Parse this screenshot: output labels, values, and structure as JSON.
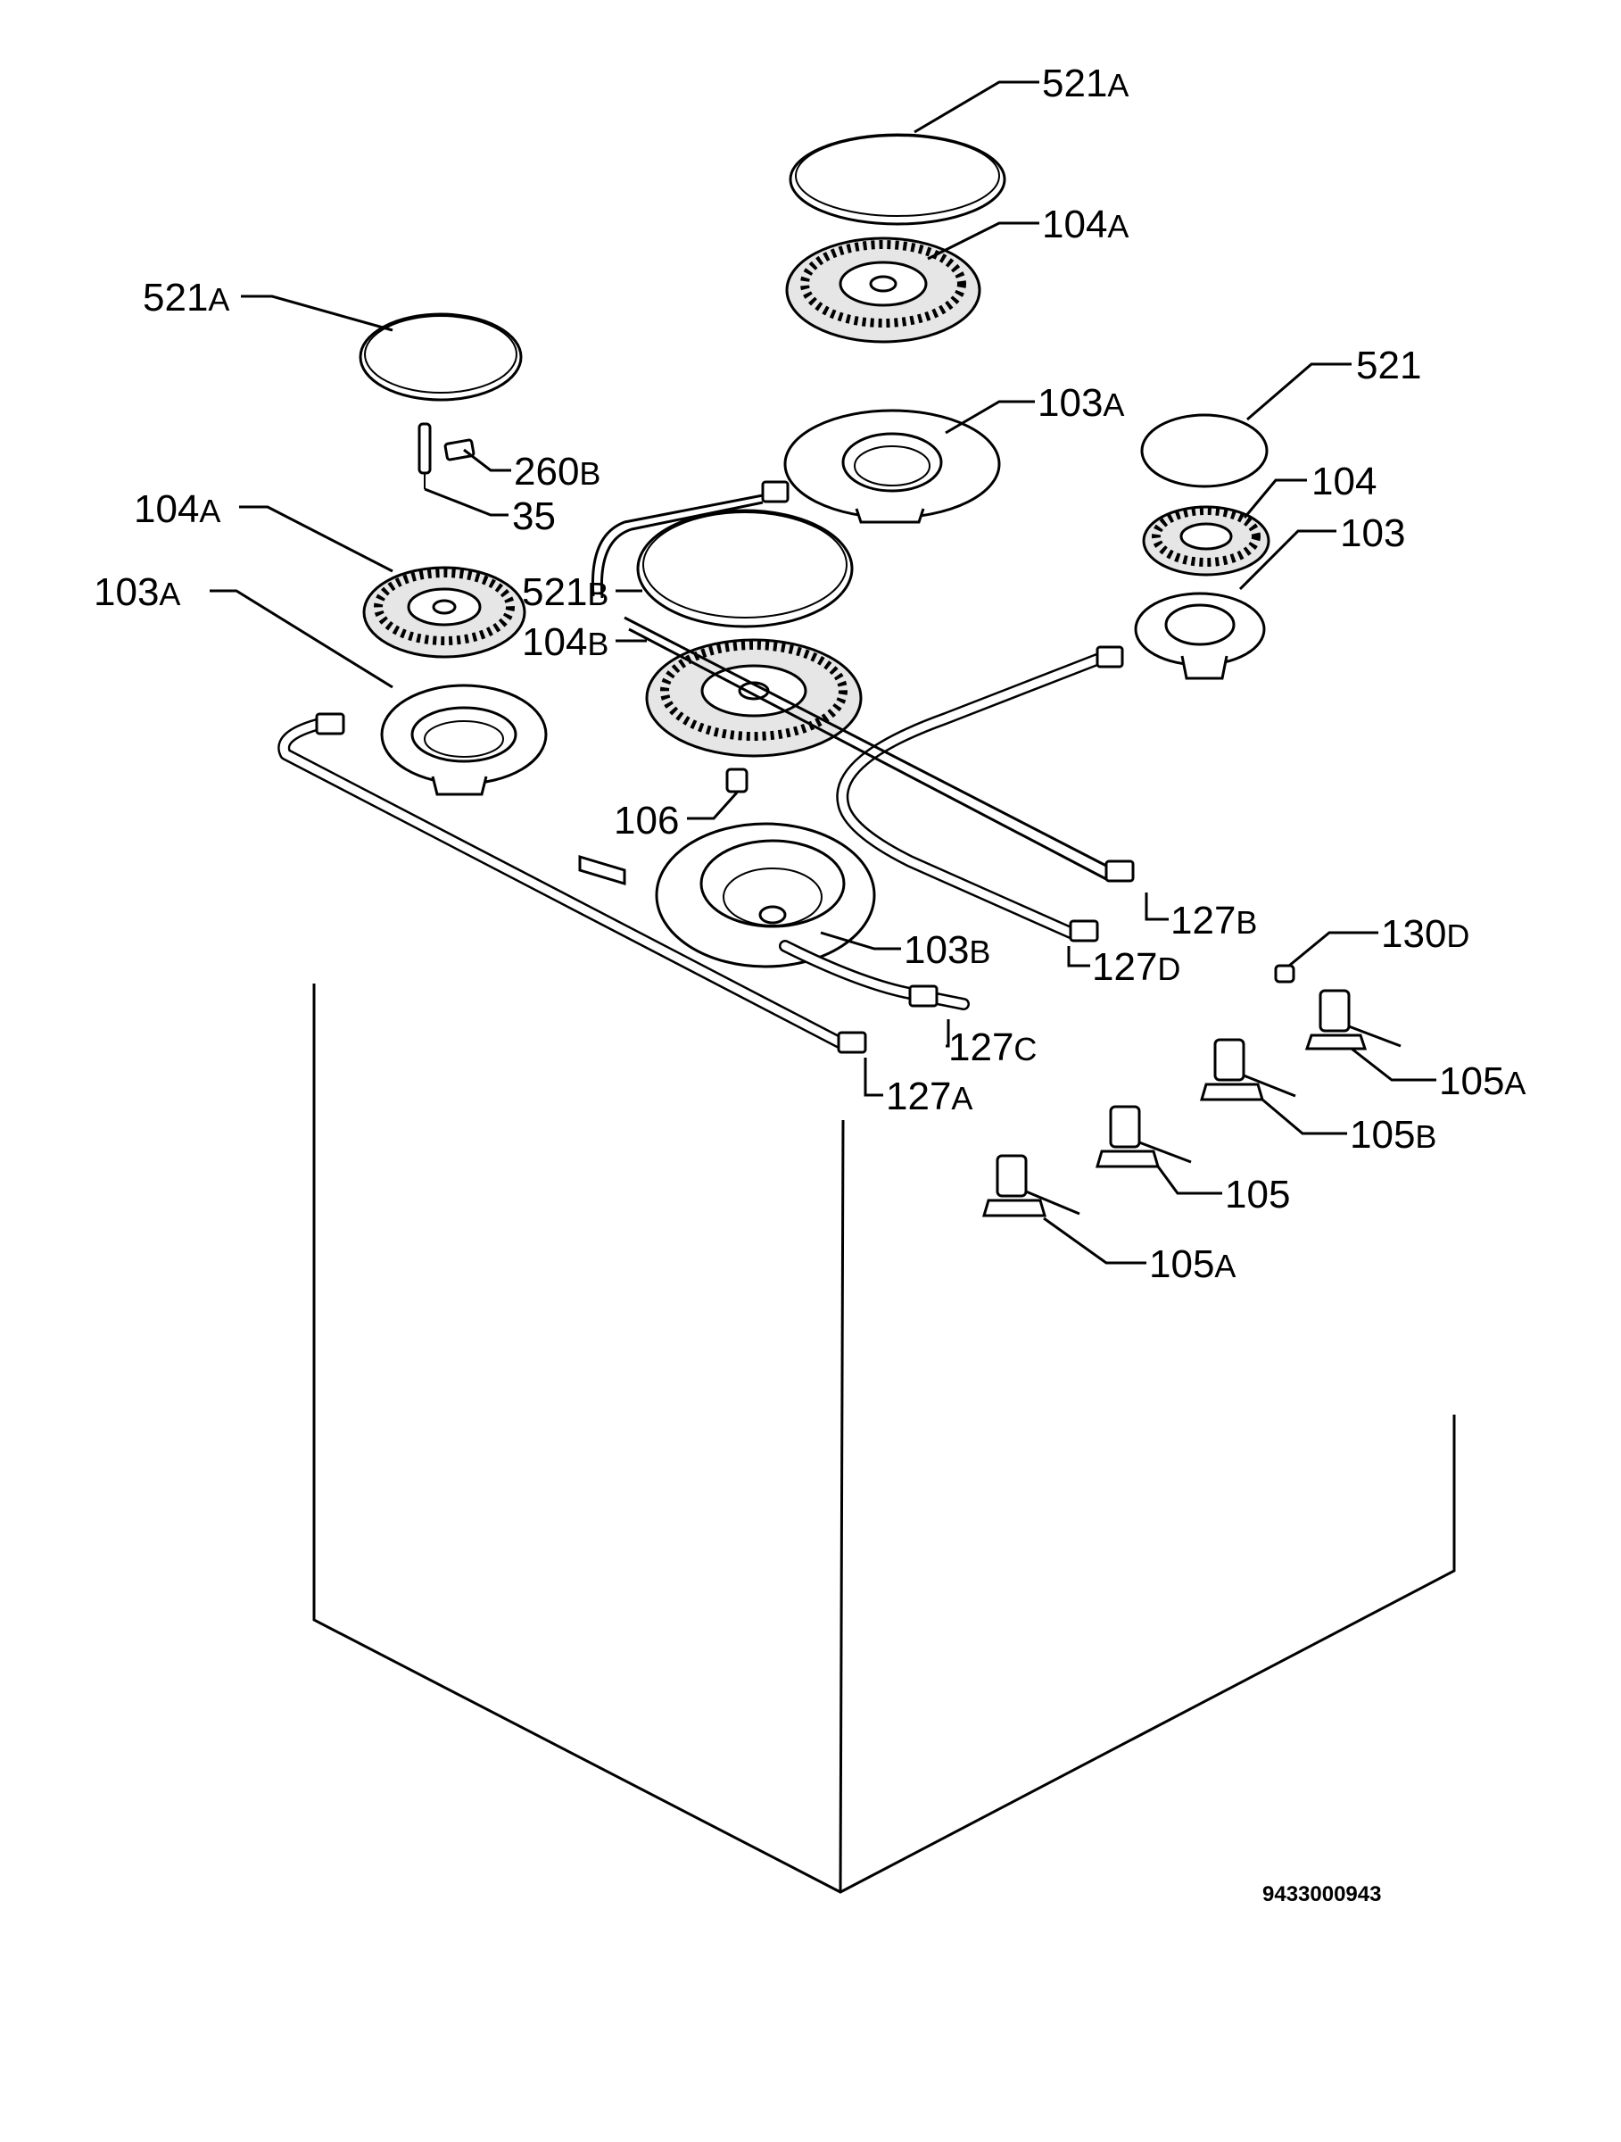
{
  "labels": {
    "l_521a_top": {
      "num": "521",
      "suf": "A"
    },
    "l_104a_top": {
      "num": "104",
      "suf": "A"
    },
    "l_521a_left": {
      "num": "521",
      "suf": "A"
    },
    "l_521": {
      "num": "521",
      "suf": ""
    },
    "l_103a_top": {
      "num": "103",
      "suf": "A"
    },
    "l_260b": {
      "num": "260",
      "suf": "B"
    },
    "l_104": {
      "num": "104",
      "suf": ""
    },
    "l_35": {
      "num": "35",
      "suf": ""
    },
    "l_104a_left": {
      "num": "104",
      "suf": "A"
    },
    "l_103": {
      "num": "103",
      "suf": ""
    },
    "l_521b": {
      "num": "521",
      "suf": "B"
    },
    "l_103a_left": {
      "num": "103",
      "suf": "A"
    },
    "l_104b": {
      "num": "104",
      "suf": "B"
    },
    "l_106": {
      "num": "106",
      "suf": ""
    },
    "l_127b": {
      "num": "127",
      "suf": "B"
    },
    "l_130d": {
      "num": "130",
      "suf": "D"
    },
    "l_103b": {
      "num": "103",
      "suf": "B"
    },
    "l_127d": {
      "num": "127",
      "suf": "D"
    },
    "l_127c": {
      "num": "127",
      "suf": "C"
    },
    "l_105a_right": {
      "num": "105",
      "suf": "A"
    },
    "l_127a": {
      "num": "127",
      "suf": "A"
    },
    "l_105b": {
      "num": "105",
      "suf": "B"
    },
    "l_105": {
      "num": "105",
      "suf": ""
    },
    "l_105a_bottom": {
      "num": "105",
      "suf": "A"
    }
  },
  "document_number": "9433000943"
}
